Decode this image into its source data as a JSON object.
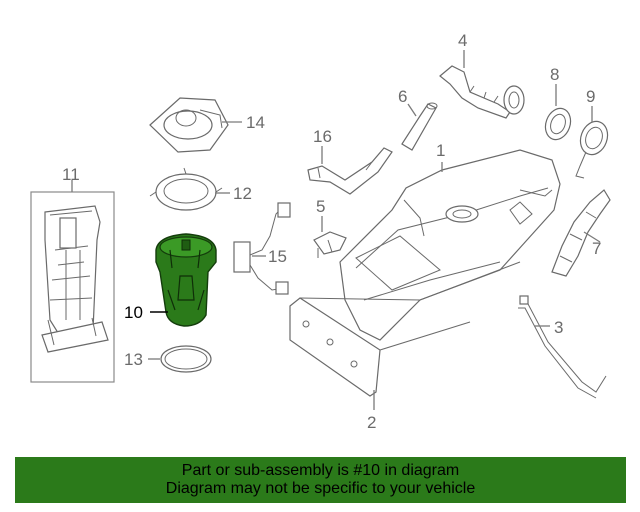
{
  "diagram": {
    "highlight_color": "#2b7a1a",
    "callouts": {
      "c1": "1",
      "c2": "2",
      "c3": "3",
      "c4": "4",
      "c5": "5",
      "c6": "6",
      "c7": "7",
      "c8": "8",
      "c9": "9",
      "c10": "10",
      "c11": "11",
      "c12": "12",
      "c13": "13",
      "c14": "14",
      "c15": "15",
      "c16": "16"
    }
  },
  "banner": {
    "background": "#2b7a1a",
    "line1": "Part or sub-assembly is #10 in diagram",
    "line2": "Diagram may not be specific to your vehicle"
  }
}
